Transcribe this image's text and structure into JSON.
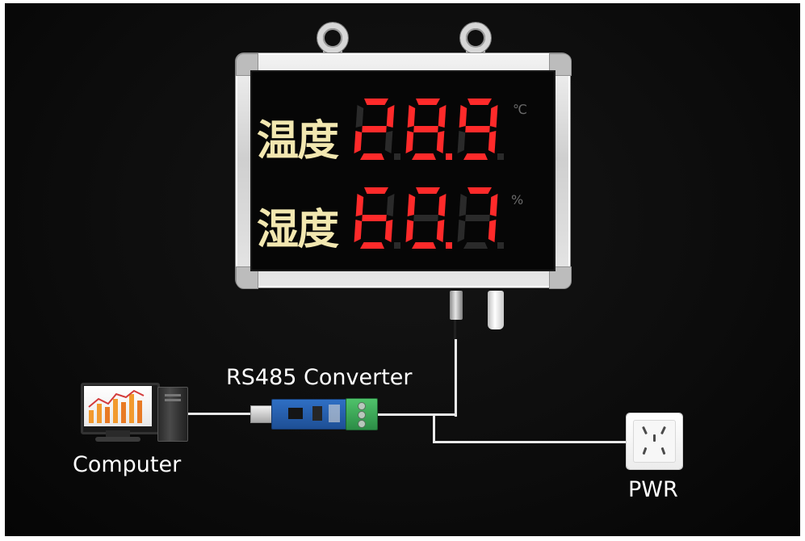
{
  "display": {
    "temp_label": "温度",
    "temp_value": "28.9",
    "temp_unit": "℃",
    "humidity_label": "湿度",
    "humidity_value": "60.7",
    "humidity_unit": "%",
    "colors": {
      "digit_on": "#ff2a2a",
      "digit_off": "#2a2a2a",
      "label": "#f2e7b0"
    }
  },
  "diagram": {
    "converter_label": "RS485 Converter",
    "computer_label": "Computer",
    "power_label": "PWR",
    "line_color": "#e9e9e9"
  },
  "icons": [
    "computer-icon",
    "usb-rs485-converter-icon",
    "power-socket-icon",
    "display-board-icon"
  ]
}
